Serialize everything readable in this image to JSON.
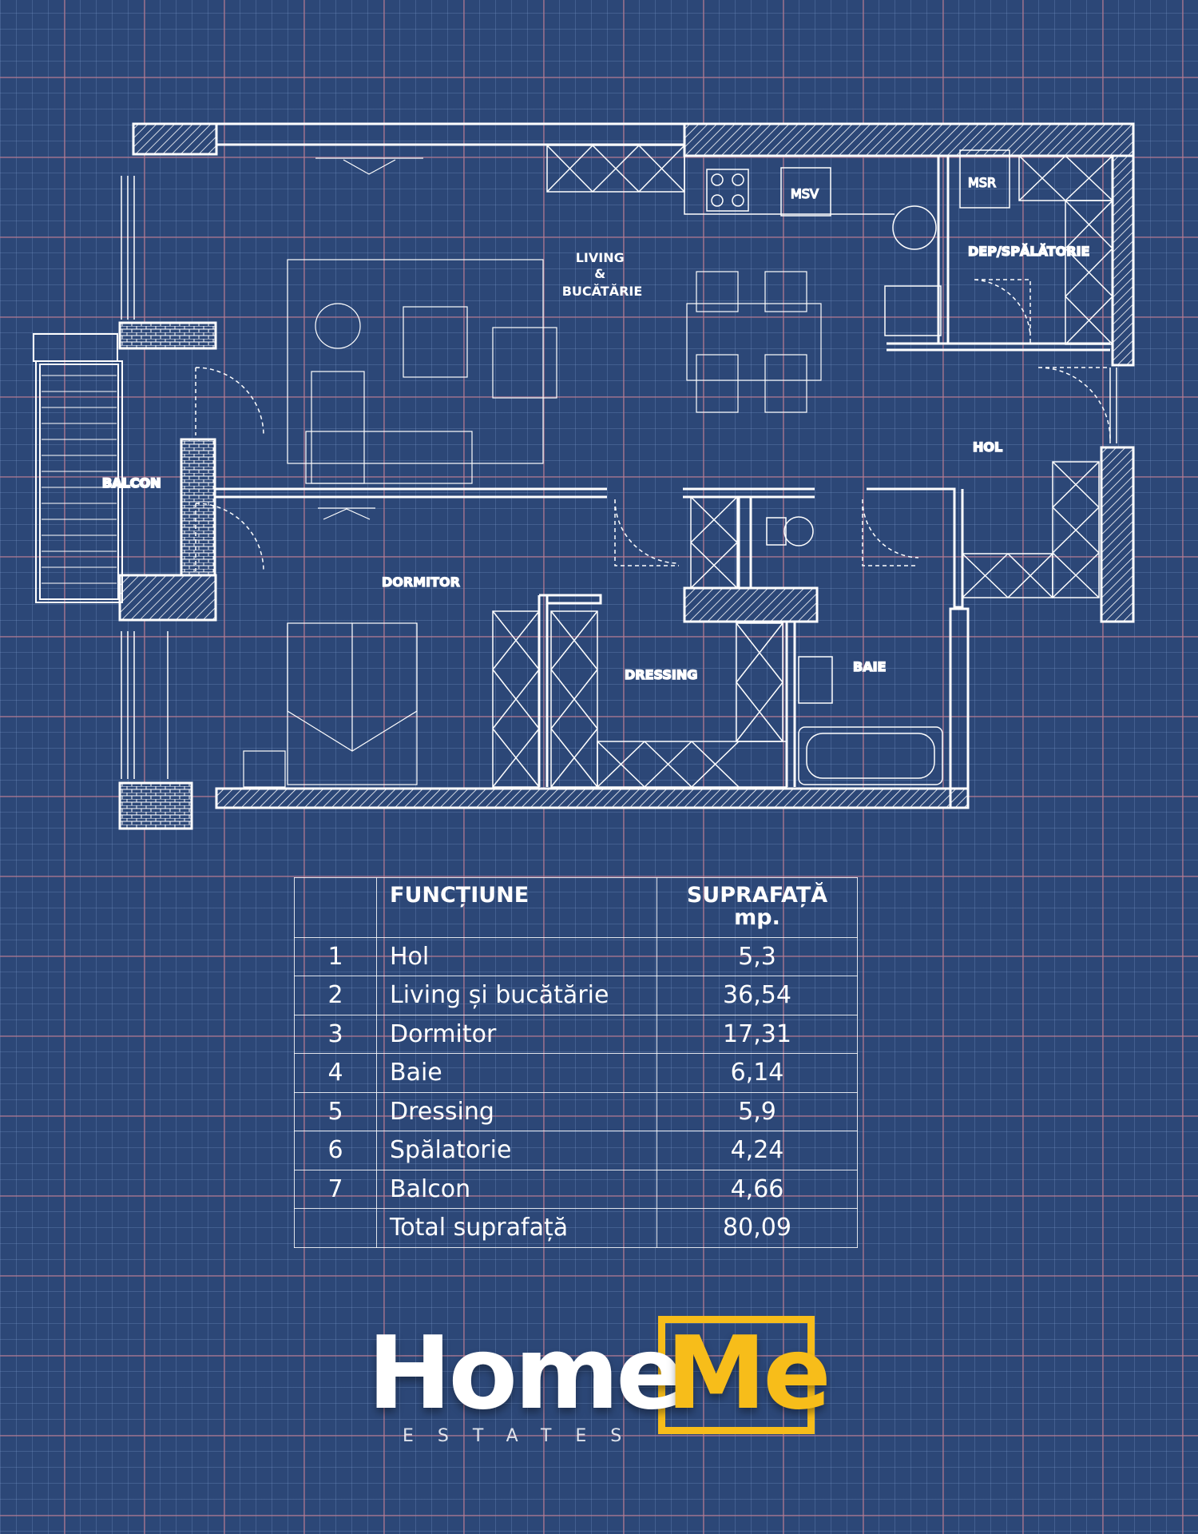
{
  "plan": {
    "rooms": {
      "living": [
        "LIVING",
        "&",
        "BUCĂTĂRIE"
      ],
      "msv": "MSV",
      "msr": "MSR",
      "dep": "DEP/SPĂLĂTORIE",
      "hol": "HOL",
      "balcon": "BALCON",
      "dormitor": "DORMITOR",
      "dressing": "DRESSING",
      "baie": "BAIE"
    }
  },
  "table": {
    "headers": {
      "nr": "",
      "functiune": "FUNCȚIUNE",
      "suprafata": [
        "SUPRAFAȚĂ",
        "mp."
      ]
    },
    "rows": [
      {
        "nr": "1",
        "functiune": "Hol",
        "suprafata": "5,3"
      },
      {
        "nr": "2",
        "functiune": "Living și bucătărie",
        "suprafata": "36,54"
      },
      {
        "nr": "3",
        "functiune": "Dormitor",
        "suprafata": "17,31"
      },
      {
        "nr": "4",
        "functiune": "Baie",
        "suprafata": "6,14"
      },
      {
        "nr": "5",
        "functiune": "Dressing",
        "suprafata": "5,9"
      },
      {
        "nr": "6",
        "functiune": "Spălatorie",
        "suprafata": "4,24"
      },
      {
        "nr": "7",
        "functiune": "Balcon",
        "suprafata": "4,66"
      },
      {
        "nr": "",
        "functiune": "Total suprafață",
        "suprafata": "80,09"
      }
    ]
  },
  "logo": {
    "home": "Home",
    "me": "Me",
    "tagline": "ESTATES",
    "accent_color": "#f7bd1a"
  },
  "colors": {
    "background": "#2c4777",
    "line": "#ffffff"
  }
}
